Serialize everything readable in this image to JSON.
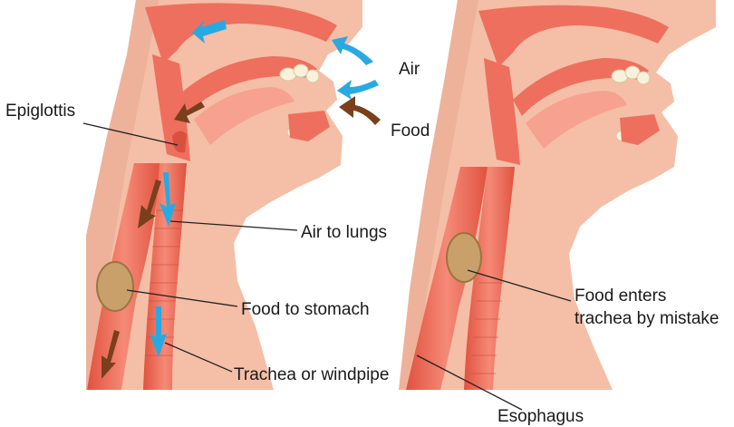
{
  "labels": {
    "air": "Air",
    "food": "Food",
    "epiglottis": "Epiglottis",
    "air_to_lungs": "Air to lungs",
    "food_to_stomach": "Food to stomach",
    "trachea_or_windpipe": "Trachea or windpipe",
    "food_enters_trachea_line1": "Food enters",
    "food_enters_trachea_line2": "trachea by mistake",
    "esophagus": "Esophagus"
  },
  "colors": {
    "skin": "#f4bfa6",
    "tract": "#ee6f5e",
    "air_arrow": "#29a9e1",
    "food_arrow": "#7a3f1c",
    "bolus": "#c9a06a"
  }
}
